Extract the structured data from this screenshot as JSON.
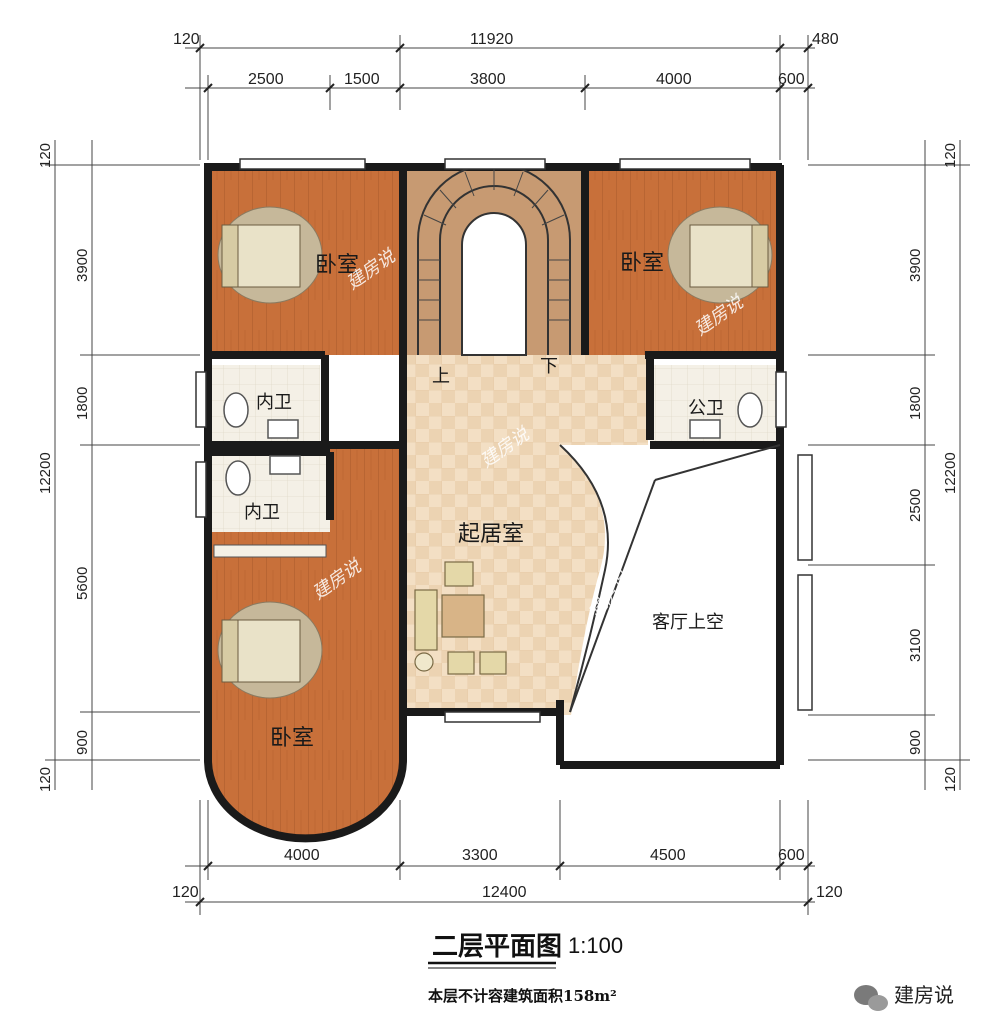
{
  "dimensions": {
    "top_outer": [
      "120",
      "11920",
      "480"
    ],
    "top_inner": [
      "2500",
      "1500",
      "3800",
      "4000",
      "600"
    ],
    "bottom_inner": [
      "4000",
      "3300",
      "4500",
      "600"
    ],
    "bottom_outer": [
      "120",
      "12400",
      "120"
    ],
    "left_inner": [
      "3900",
      "1800",
      "5600",
      "900"
    ],
    "left_total": "12200",
    "left_ends": [
      "120",
      "120"
    ],
    "right_inner": [
      "3900",
      "1800",
      "2500",
      "3100",
      "900"
    ],
    "right_total": "12200",
    "right_ends": [
      "120",
      "120"
    ]
  },
  "rooms": {
    "bedroom_nw": "卧室",
    "bedroom_ne": "卧室",
    "bedroom_sw": "卧室",
    "bath_1": "内卫",
    "bath_2": "内卫",
    "public_bath": "公卫",
    "family_room": "起居室",
    "living_void": "客厅上空"
  },
  "stairs": {
    "up": "上",
    "down": "下"
  },
  "watermark": "建房说",
  "footer": {
    "title": "二层平面图",
    "scale": "1:100",
    "area_note": "本层不计容建筑面积158m²",
    "brand": "建房说"
  },
  "colors": {
    "wood_floor": "#c8703a",
    "tile_floor": "#f1dcc0",
    "bath_floor": "#f3efe6",
    "wall": "#1a1a1a"
  }
}
